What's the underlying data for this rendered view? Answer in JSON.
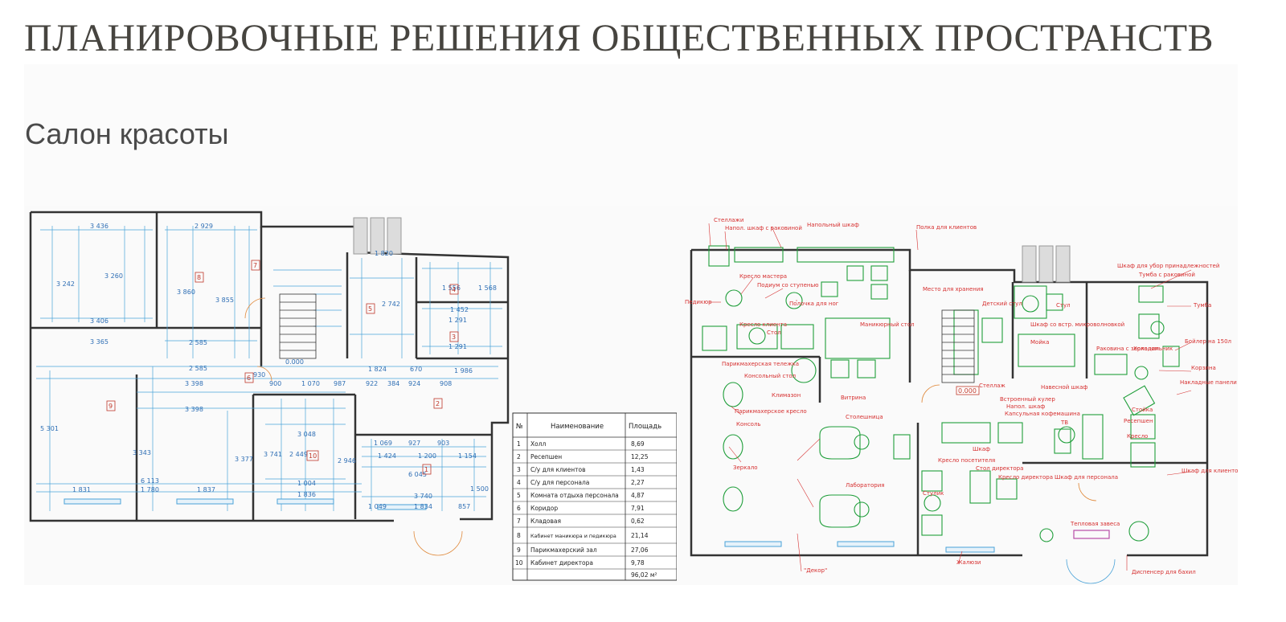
{
  "page": {
    "title": "ПЛАНИРОВОЧНЫЕ РЕШЕНИЯ ОБЩЕСТВЕННЫХ ПРОСТРАНСТВ",
    "subtitle": "Салон красоты"
  },
  "plan_left": {
    "dimensions": [
      "3 436",
      "2 929",
      "3 242",
      "3 260",
      "3 860",
      "3 855",
      "3 406",
      "3 365",
      "2 585",
      "2 585",
      "3 398",
      "3 398",
      "6 113",
      "1 831",
      "1 780",
      "1 837",
      "5 301",
      "3 343",
      "1 820",
      "2 742",
      "1 452",
      "1 556",
      "1 568",
      "1 291",
      "1 291",
      "0.000",
      "930",
      "900",
      "1 070",
      "987",
      "922",
      "384",
      "924",
      "908",
      "1 986",
      "1 824",
      "670",
      "3 048",
      "3 741",
      "2 449",
      "2 946",
      "1 004",
      "1 836",
      "1 069",
      "927",
      "903",
      "1 424",
      "1 200",
      "1 154",
      "6 045",
      "3 740",
      "1 834",
      "1 049",
      "857",
      "1 500",
      "3 377"
    ],
    "room_numbers": [
      "1",
      "2",
      "3",
      "4",
      "5",
      "6",
      "7",
      "8",
      "9",
      "10"
    ]
  },
  "table": {
    "headers": [
      "№",
      "Наименование",
      "Площадь"
    ],
    "rows": [
      {
        "num": "1",
        "name": "Холл",
        "area": "8,69"
      },
      {
        "num": "2",
        "name": "Ресепшен",
        "area": "12,25"
      },
      {
        "num": "3",
        "name": "С/у для клиентов",
        "area": "1,43"
      },
      {
        "num": "4",
        "name": "С/у для персонала",
        "area": "2,27"
      },
      {
        "num": "5",
        "name": "Комната отдыха персонала",
        "area": "4,87"
      },
      {
        "num": "6",
        "name": "Коридор",
        "area": "7,91"
      },
      {
        "num": "7",
        "name": "Кладовая",
        "area": "0,62"
      },
      {
        "num": "8",
        "name": "Кабинет маникюра и педикюра",
        "area": "21,14"
      },
      {
        "num": "9",
        "name": "Парикмахерский зал",
        "area": "27,06"
      },
      {
        "num": "10",
        "name": "Кабинет директора",
        "area": "9,78"
      }
    ],
    "total": "96,02 м²"
  },
  "plan_right": {
    "zero_mark": "0.000",
    "labels": [
      "Стеллажи",
      "Напол. шкаф с раковиной",
      "Напольный шкаф",
      "Полка для клиентов",
      "Шкаф для убор принадлежностей",
      "Тумба с раковиной",
      "Тумба",
      "Кресло мастера",
      "Подиум со ступенью",
      "Полочка для ног",
      "Педикюр",
      "Место для хранения",
      "Детский стул",
      "Бойлер на 150л",
      "Кресло клиента",
      "Маникюрный стол",
      "Стол",
      "Стул",
      "Шкаф со встр. микроволновкой",
      "Раковина с зеркалом",
      "Холодильник",
      "Мойка",
      "Навесной шкаф",
      "Корзина",
      "Накладные панели с дверцей",
      "Парикмахерская тележка",
      "Консольный стол",
      "Климазон",
      "Витрина",
      "Стеллаж",
      "Встроенный кулер",
      "Парикмахерское кресло",
      "Консоль",
      "Столешница",
      "Напол. шкаф",
      "Капсульная кофемашина",
      "ТВ",
      "Стойка",
      "Ресепшен",
      "Кресло",
      "Шкаф",
      "Зеркало",
      "Лаборатория",
      "Кресло посетителя",
      "Стол директора",
      "Кресло директора",
      "Стулик",
      "Шкаф для персонала",
      "Шкаф для клиентов",
      "Тепловая завеса",
      "Жалюзи",
      "\"Декор\"",
      "Диспенсер для бахил"
    ]
  }
}
